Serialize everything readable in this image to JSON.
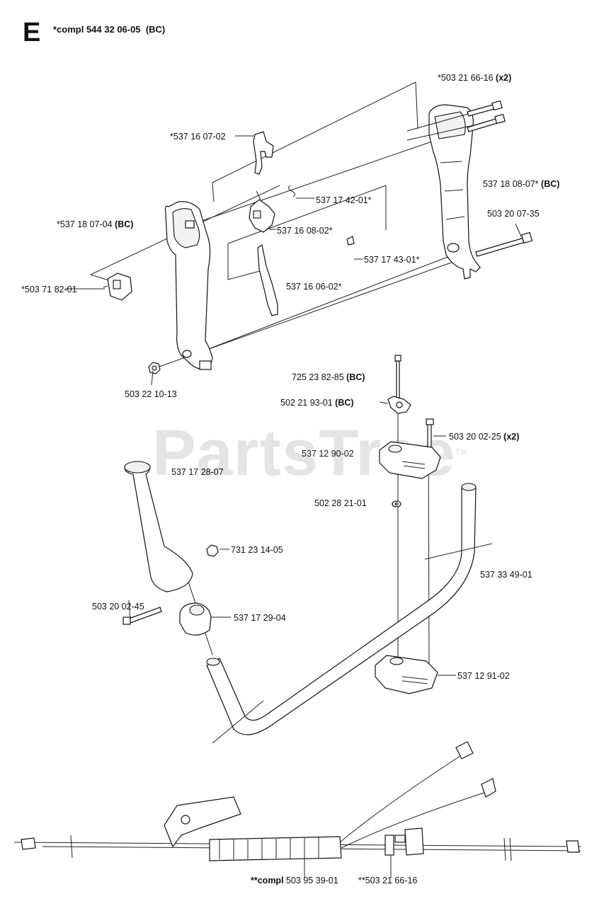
{
  "section": {
    "letter": "E",
    "title": "*compl 544 32 06-05",
    "title_suffix": "(BC)"
  },
  "watermark": {
    "text": "PartsTree",
    "tm": "TM"
  },
  "labels": [
    {
      "id": "l1",
      "text": "*503 21 66-16",
      "bold": "(x2)"
    },
    {
      "id": "l2",
      "text": "*537 16 07-02",
      "bold": ""
    },
    {
      "id": "l3",
      "text": "537 18 08-07*",
      "bold": "(BC)"
    },
    {
      "id": "l4",
      "text": "537 17 42-01*",
      "bold": ""
    },
    {
      "id": "l5",
      "text": "503 20 07-35",
      "bold": ""
    },
    {
      "id": "l6",
      "text": "*537 18 07-04",
      "bold": "(BC)"
    },
    {
      "id": "l7",
      "text": "537 16 08-02*",
      "bold": ""
    },
    {
      "id": "l8",
      "text": "537 17 43-01*",
      "bold": ""
    },
    {
      "id": "l9",
      "text": "537 16 06-02*",
      "bold": ""
    },
    {
      "id": "l10",
      "text": "*503 71 82-01",
      "bold": ""
    },
    {
      "id": "l11",
      "text": "503 22 10-13",
      "bold": ""
    },
    {
      "id": "l12",
      "text": "725 23 82-85",
      "bold": "(BC)"
    },
    {
      "id": "l13",
      "text": "502 21 93-01",
      "bold": "(BC)"
    },
    {
      "id": "l14",
      "text": "503 20 02-25",
      "bold": "(x2)"
    },
    {
      "id": "l15",
      "text": "537 12 90-02",
      "bold": ""
    },
    {
      "id": "l16",
      "text": "537 17 28-07",
      "bold": ""
    },
    {
      "id": "l17",
      "text": "502 28 21-01",
      "bold": ""
    },
    {
      "id": "l18",
      "text": "731 23 14-05",
      "bold": ""
    },
    {
      "id": "l19",
      "text": "537 33 49-01",
      "bold": ""
    },
    {
      "id": "l20",
      "text": "503 20 02-45",
      "bold": ""
    },
    {
      "id": "l21",
      "text": "537 17 29-04",
      "bold": ""
    },
    {
      "id": "l22",
      "text": "537 12 91-02",
      "bold": ""
    },
    {
      "id": "l23",
      "text": "**compl",
      "bold": ""
    },
    {
      "id": "l24",
      "text": "503 95 39-01",
      "bold": ""
    },
    {
      "id": "l25",
      "text": "**503 21 66-16",
      "bold": ""
    }
  ]
}
